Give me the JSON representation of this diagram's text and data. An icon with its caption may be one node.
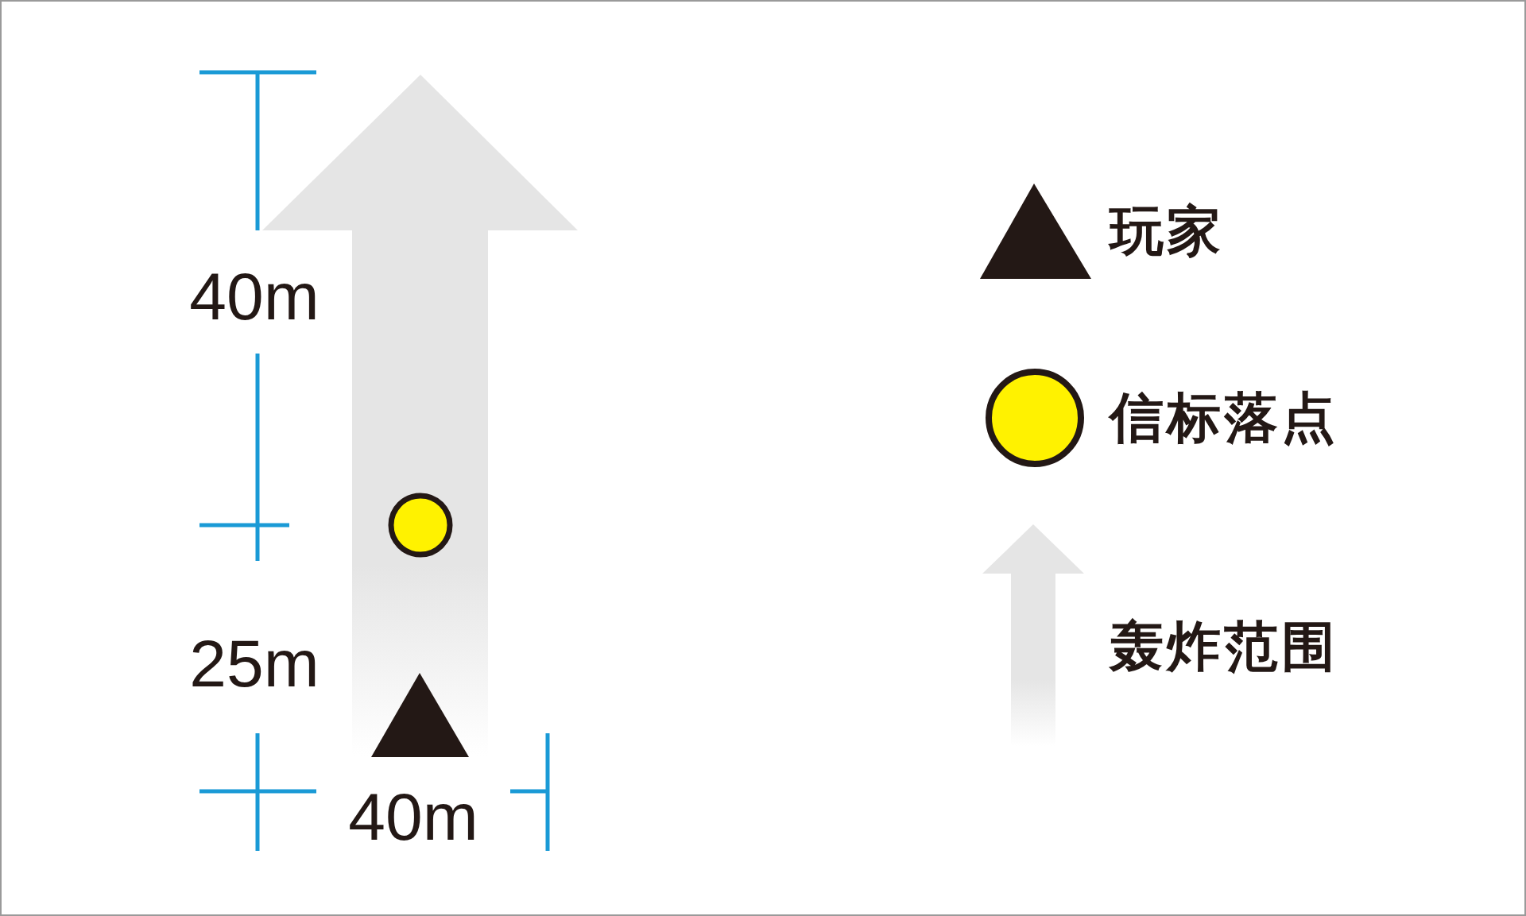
{
  "diagram": {
    "nodes": [
      {
        "text": [],
        "shape": "circle"
      },
      {
        "text": [],
        "shape": "triangle"
      }
    ],
    "labels": [
      "40m",
      "25m",
      "40m"
    ],
    "legend": [
      {
        "text": "玩家"
      },
      {
        "text": "信标落点"
      },
      {
        "text": "轰炸范围"
      }
    ]
  }
}
